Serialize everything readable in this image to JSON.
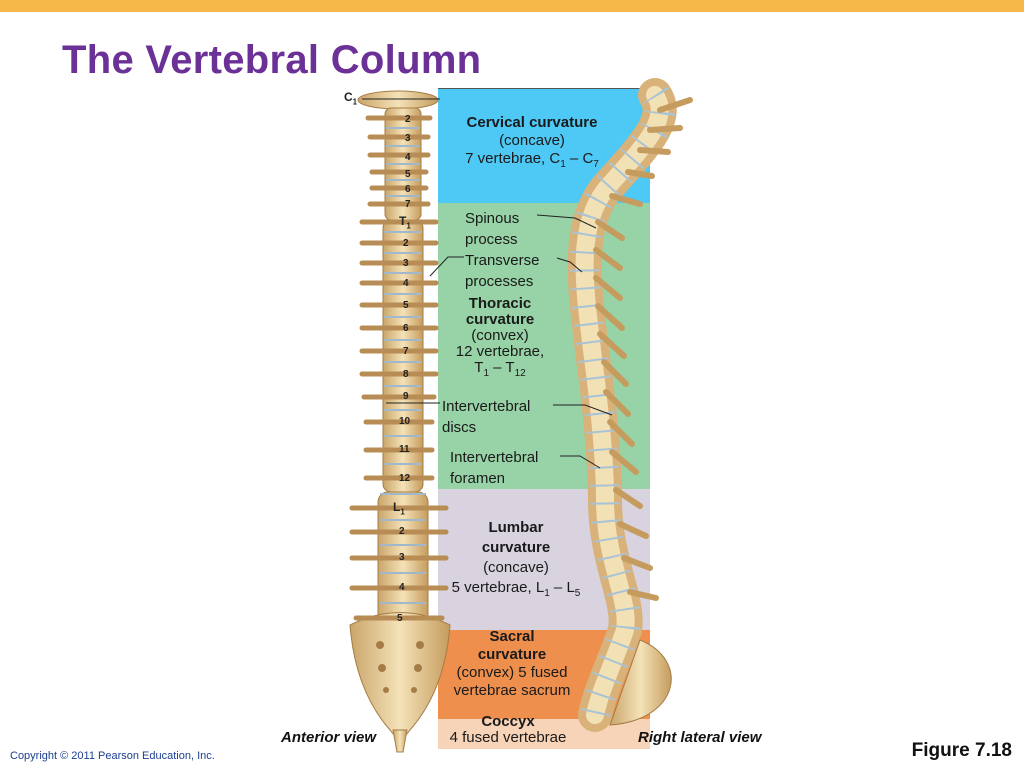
{
  "title": "The Vertebral Column",
  "footer": {
    "copyright": "Copyright © 2011 Pearson Education, Inc.",
    "figure": "Figure 7.18"
  },
  "captions": {
    "anterior": "Anterior view",
    "lateral": "Right lateral view"
  },
  "colors": {
    "title": "#6b3196",
    "cervical": "#4ec8f4",
    "thoracic": "#97d3a6",
    "lumbar": "#d8d3df",
    "sacral": "#ee8f4d",
    "coccyx": "#f7d3b7",
    "bone": "#eed6a0"
  },
  "cervical": {
    "name": "Cervical curvature",
    "type": "(concave)",
    "count": "7 vertebrae, C",
    "s1": "1",
    "mid": " – C",
    "s2": "7"
  },
  "thoracic": {
    "name1": "Thoracic",
    "name2": "curvature",
    "type": "(convex)",
    "count": "12 vertebrae,",
    "r1": "T",
    "s1": "1",
    "mid": " – T",
    "s2": "12"
  },
  "lumbar": {
    "name1": "Lumbar",
    "name2": "curvature",
    "type": "(concave)",
    "count": "5 vertebrae, L",
    "s1": "1",
    "mid": " – L",
    "s2": "5"
  },
  "sacral": {
    "name1": "Sacral",
    "name2": "curvature",
    "line3": "(convex) 5 fused",
    "line4": "vertebrae sacrum"
  },
  "coccyx": {
    "name": "Coccyx",
    "detail": "4 fused vertebrae"
  },
  "callouts": {
    "spinous1": "Spinous",
    "spinous2": "process",
    "transverse1": "Transverse",
    "transverse2": "processes",
    "disc1": "Intervertebral",
    "disc2": "discs",
    "foramen1": "Intervertebral",
    "foramen2": "foramen"
  },
  "labels": {
    "c1_main": "C",
    "c1_sub": "1",
    "cervical": [
      "2",
      "3",
      "4",
      "5",
      "6",
      "7"
    ],
    "t1_main": "T",
    "t1_sub": "1",
    "thoracic": [
      "2",
      "3",
      "4",
      "5",
      "6",
      "7",
      "8",
      "9",
      "10",
      "11",
      "12"
    ],
    "l1_main": "L",
    "l1_sub": "1",
    "lumbar": [
      "2",
      "3",
      "4",
      "5"
    ]
  }
}
